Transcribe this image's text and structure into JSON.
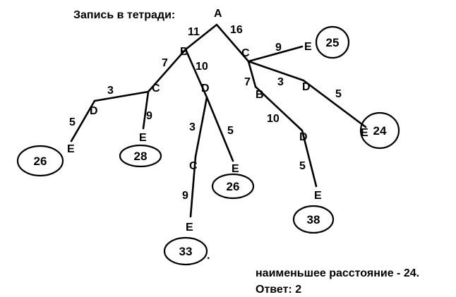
{
  "header": {
    "title": "Запись в тетради:"
  },
  "tree": {
    "nodes": [
      {
        "id": "root",
        "label": "A"
      },
      {
        "id": "n1",
        "label": "B"
      },
      {
        "id": "n2",
        "label": "C"
      },
      {
        "id": "n3",
        "label": "C"
      },
      {
        "id": "n4",
        "label": "D"
      },
      {
        "id": "n5",
        "label": "D"
      },
      {
        "id": "n6",
        "label": "E"
      },
      {
        "id": "n7",
        "label": "E"
      },
      {
        "id": "n8",
        "label": "C"
      },
      {
        "id": "n9",
        "label": "E"
      },
      {
        "id": "n10",
        "label": "E"
      },
      {
        "id": "n11",
        "label": "E"
      },
      {
        "id": "n12",
        "label": "B"
      },
      {
        "id": "n13",
        "label": "D"
      },
      {
        "id": "n14",
        "label": "D"
      },
      {
        "id": "n15",
        "label": "E"
      },
      {
        "id": "n16",
        "label": "E"
      }
    ],
    "edges": [
      {
        "from": "root",
        "to": "n1",
        "weight": "11"
      },
      {
        "from": "root",
        "to": "n2",
        "weight": "16"
      },
      {
        "from": "n1",
        "to": "n3",
        "weight": "7"
      },
      {
        "from": "n1",
        "to": "n4",
        "weight": "10"
      },
      {
        "from": "n3",
        "to": "n5",
        "weight": "3"
      },
      {
        "from": "n5",
        "to": "n6",
        "weight": "5"
      },
      {
        "from": "n3",
        "to": "n7",
        "weight": "9"
      },
      {
        "from": "n4",
        "to": "n8",
        "weight": "3"
      },
      {
        "from": "n8",
        "to": "n9",
        "weight": "9"
      },
      {
        "from": "n4",
        "to": "n10",
        "weight": "5"
      },
      {
        "from": "n2",
        "to": "n11",
        "weight": "9"
      },
      {
        "from": "n2",
        "to": "n12",
        "weight": "7"
      },
      {
        "from": "n2",
        "to": "n13",
        "weight": "3"
      },
      {
        "from": "n12",
        "to": "n14",
        "weight": "10"
      },
      {
        "from": "n14",
        "to": "n15",
        "weight": "5"
      },
      {
        "from": "n13",
        "to": "n16",
        "weight": "5"
      }
    ],
    "totals": [
      {
        "at": "n6",
        "value": "26"
      },
      {
        "at": "n7",
        "value": "28"
      },
      {
        "at": "n9",
        "value": "33"
      },
      {
        "at": "n10",
        "value": "26"
      },
      {
        "at": "n11",
        "value": "25"
      },
      {
        "at": "n15",
        "value": "38"
      },
      {
        "at": "n16",
        "value": "24"
      }
    ],
    "stray_mark": "."
  },
  "footer": {
    "shortest_label": "наименьшее расстояние - 24.",
    "answer_label": "Ответ: 2"
  }
}
